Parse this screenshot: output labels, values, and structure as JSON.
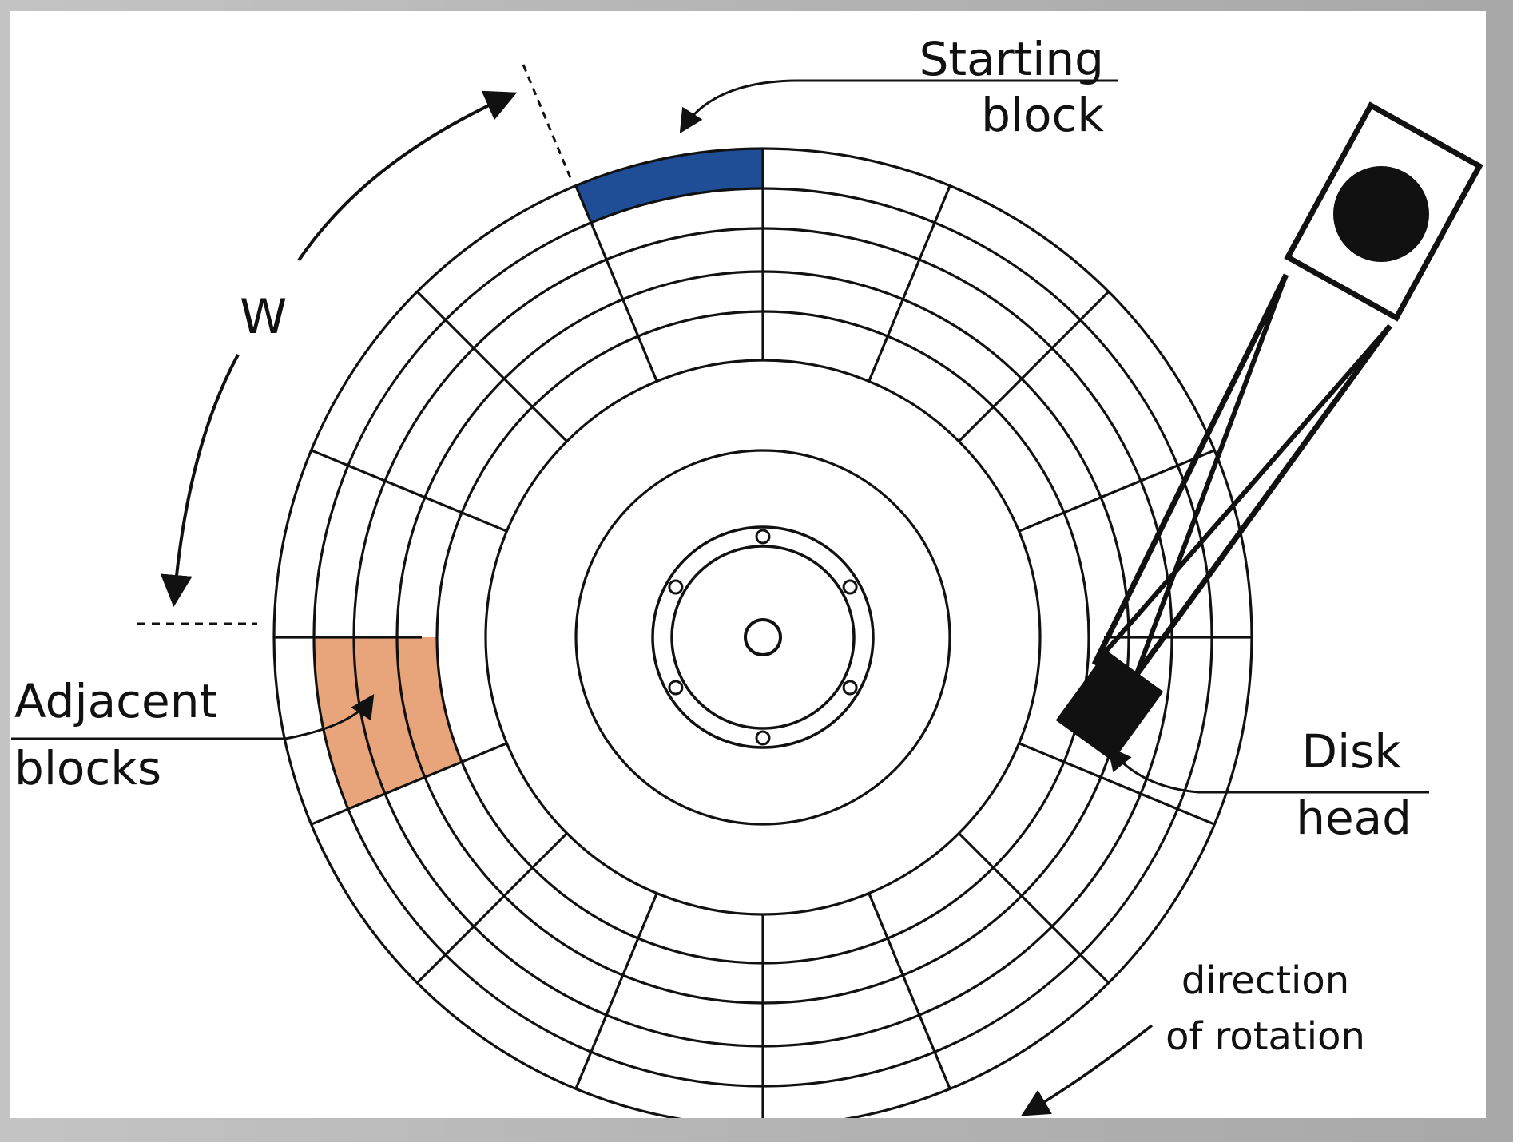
{
  "labels": {
    "starting_block_line1": "Starting",
    "starting_block_line2": "block",
    "w": "W",
    "adjacent_line1": "Adjacent",
    "adjacent_line2": "blocks",
    "disk_head_line1": "Disk",
    "disk_head_line2": "head",
    "rotation_line1": "direction",
    "rotation_line2": "of rotation"
  },
  "colors": {
    "starting_block": "#1f4e96",
    "adjacent_blocks": "#e8a57c",
    "line": "#111111",
    "panel": "#ffffff"
  }
}
